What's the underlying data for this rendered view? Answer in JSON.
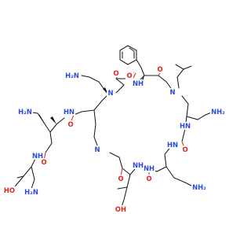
{
  "structure": {
    "atom_labels": {
      "o": "O",
      "n": "N",
      "nh": "NH",
      "hn": "HN",
      "h2n": "H2N",
      "h2n_display": "H₂N",
      "nh2": "NH2",
      "nh2_display": "NH₂",
      "oh": "OH",
      "ho": "HO",
      "h": "H"
    },
    "colors": {
      "bond": "#1a1a1a",
      "oxygen": "#e0251f",
      "nitrogen": "#2a4bd7",
      "background": "#ffffff"
    }
  }
}
